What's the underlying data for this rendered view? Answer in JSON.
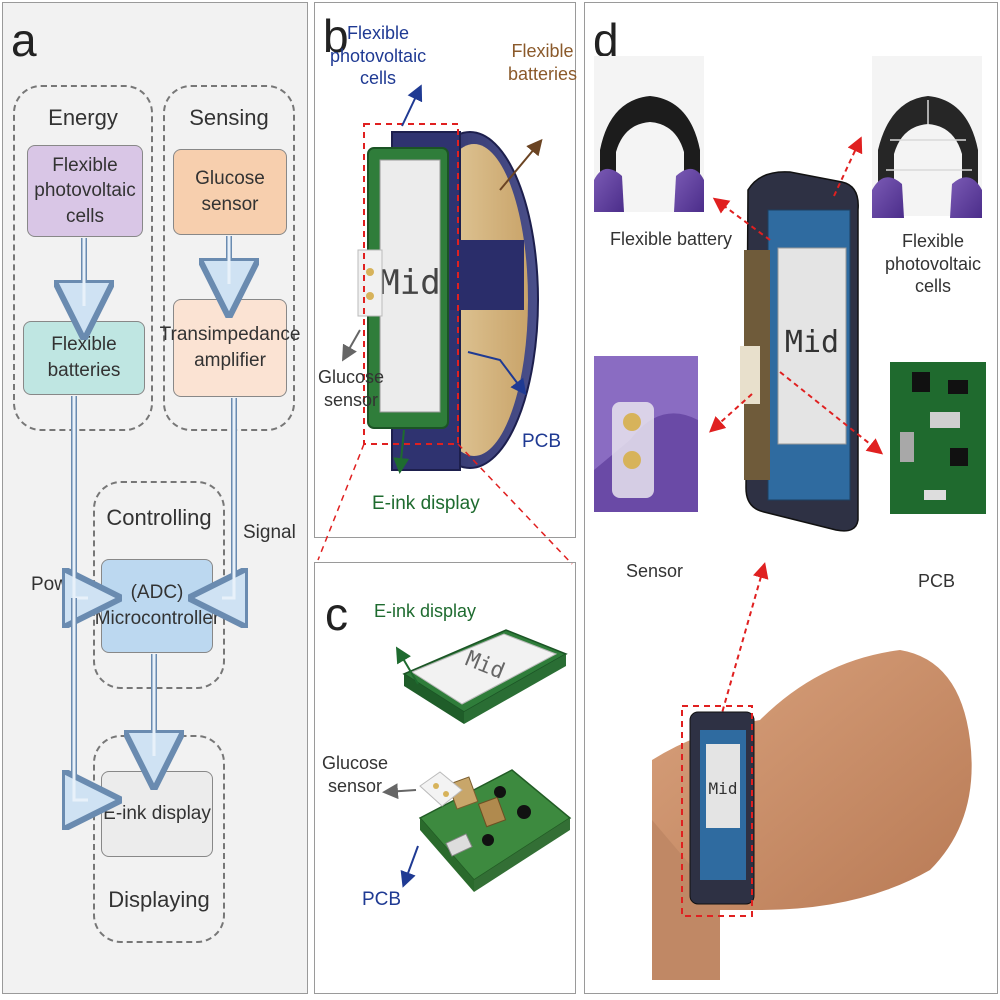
{
  "panel_a": {
    "letter": "a",
    "groups": {
      "energy": "Energy",
      "sensing": "Sensing",
      "controlling": "Controlling",
      "displaying": "Displaying"
    },
    "blocks": {
      "pv_cells": "Flexible\nphotovoltaic cells",
      "batteries": "Flexible batteries",
      "glucose_sensor": "Glucose sensor",
      "transimpedance": "Transimpedance\namplifier",
      "microcontroller": "(ADC)\nMicrocontroller",
      "eink": "E-ink display"
    },
    "arrows": {
      "power": "Power",
      "signal": "Signal"
    },
    "colors": {
      "pv": "#d9c6e6",
      "battery": "#bfe6e2",
      "glucose": "#f7cfae",
      "amplifier": "#fbe3d3",
      "mcu": "#bcd8f0",
      "eink": "#ececec"
    }
  },
  "panel_b": {
    "letter": "b",
    "labels": {
      "pv_cells": "Flexible\nphotovoltaic\ncells",
      "batteries": "Flexible\nbatteries",
      "glucose_sensor": "Glucose\nsensor",
      "pcb": "PCB",
      "eink": "E-ink display"
    },
    "screen_text": "Mid"
  },
  "panel_c": {
    "letter": "c",
    "labels": {
      "eink": "E-ink display",
      "glucose_sensor": "Glucose\nsensor",
      "pcb": "PCB"
    },
    "screen_text": "Mid"
  },
  "panel_d": {
    "letter": "d",
    "labels": {
      "battery": "Flexible battery",
      "pv_cells": "Flexible\nphotovoltaic cells",
      "sensor": "Sensor",
      "pcb": "PCB"
    },
    "screen_text": "Mid"
  }
}
